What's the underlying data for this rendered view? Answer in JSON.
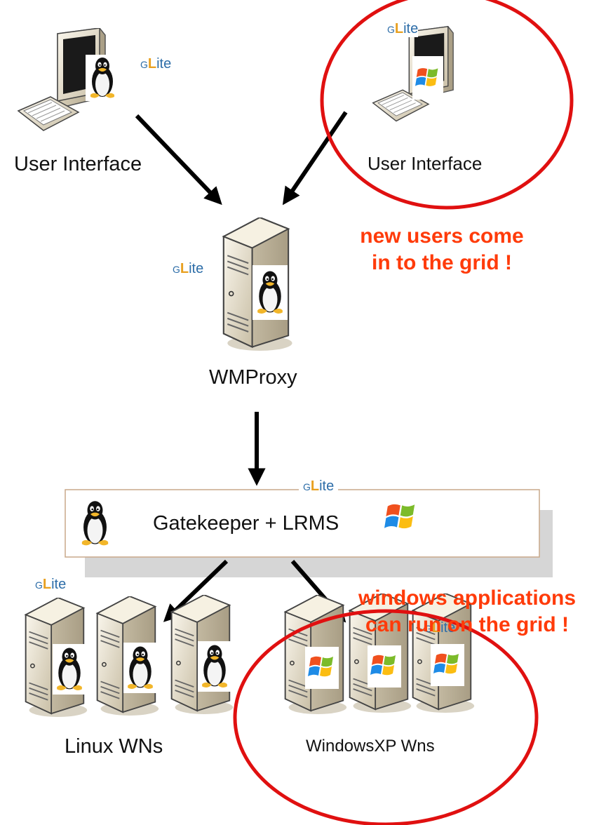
{
  "labels": {
    "ui_linux": "User Interface",
    "ui_windows": "User Interface",
    "wmproxy": "WMProxy",
    "gatekeeper": "Gatekeeper + LRMS",
    "linux_wns": "Linux WNs",
    "windows_wns": "WindowsXP Wns"
  },
  "annotations": {
    "new_users_line1": "new users come",
    "new_users_line2": "in to the grid !",
    "windows_apps_line1": "windows applications",
    "windows_apps_line2": "can run on the grid !"
  },
  "logo": {
    "g": "G",
    "L": "L",
    "ite": "ite"
  },
  "colors": {
    "highlight_red": "#ff3b0a",
    "ellipse_red": "#e01010",
    "arrow": "#000000"
  },
  "icons": [
    "tux-penguin-icon",
    "windows-flag-icon",
    "glite-logo",
    "desktop-computer-icon",
    "server-tower-icon"
  ]
}
